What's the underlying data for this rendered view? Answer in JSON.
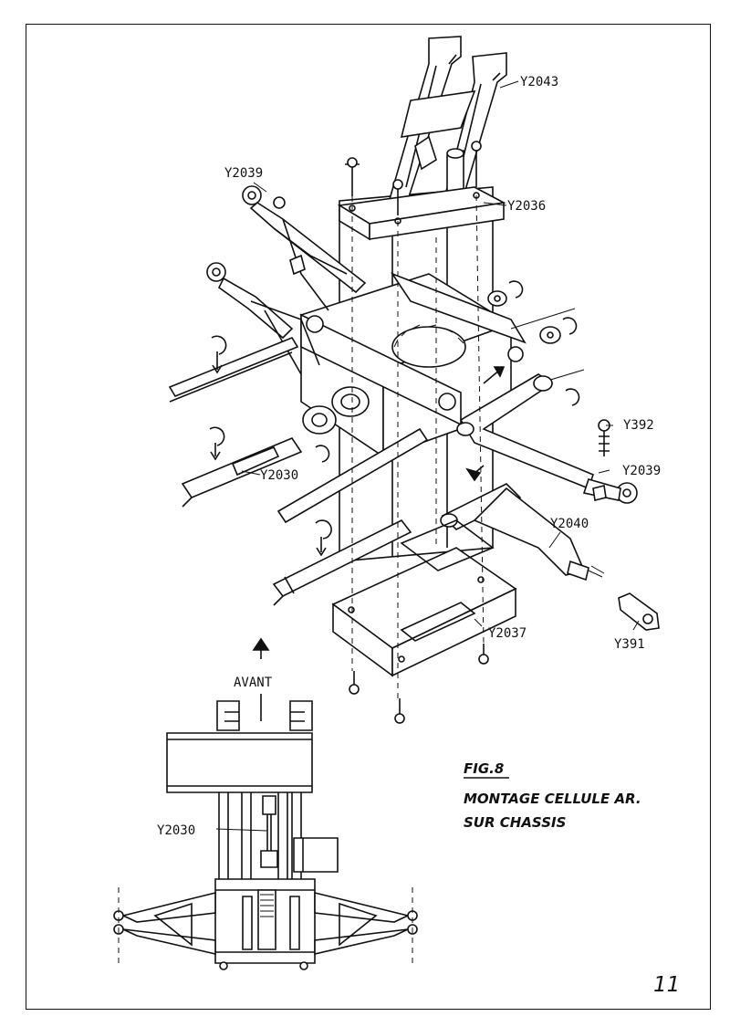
{
  "labels": {
    "y2043": "Y2043",
    "y2039_top": "Y2039",
    "y2036": "Y2036",
    "y392": "Y392",
    "y2039_right": "Y2039",
    "y2030_main": "Y2030",
    "y2040": "Y2040",
    "y2037": "Y2037",
    "y391": "Y391",
    "y2030_bottom": "Y2030"
  },
  "direction": "AVANT",
  "caption": {
    "fig": "FIG.8",
    "line1": "MONTAGE CELLULE AR.",
    "line2": "SUR CHASSIS"
  },
  "page_number": "11"
}
